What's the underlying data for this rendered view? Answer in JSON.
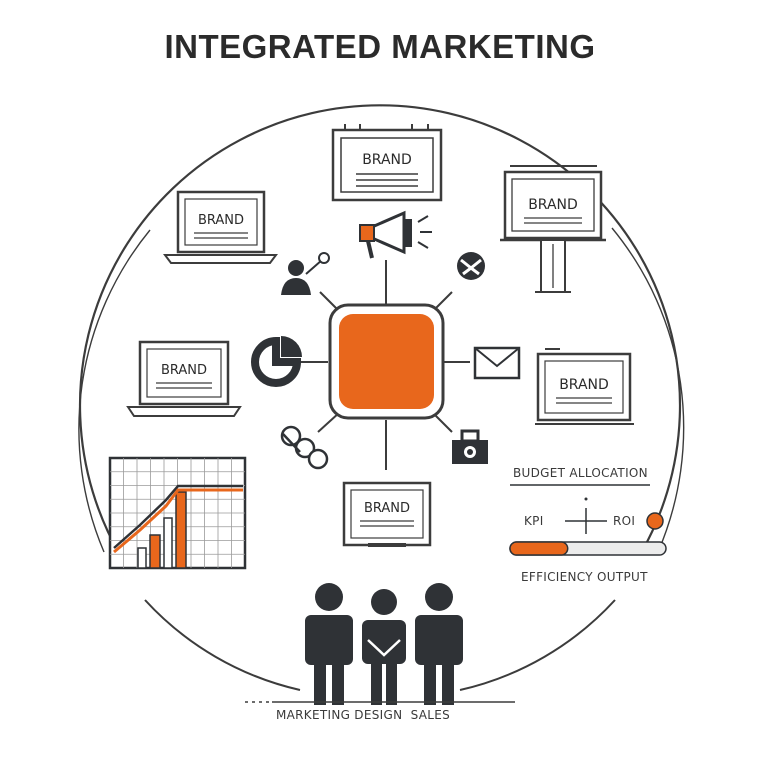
{
  "title": "INTEGRATED MARKETING",
  "brand_label": "BRAND",
  "panel": {
    "heading": "BUDGET ALLOCATION",
    "kpi_label": "KPI",
    "roi_label": "ROI",
    "footer": "EFFICIENCY OUTPUT",
    "progress_fraction": 0.37
  },
  "team_caption": "MARKETING DESIGN  SALES",
  "colors": {
    "accent": "#e8671c",
    "ink": "#2f3236",
    "line": "#4a4a4a",
    "paper": "#ffffff"
  },
  "icons": [
    "megaphone-icon",
    "person-pointer-icon",
    "shield-check-icon",
    "pie-chart-icon",
    "envelope-icon",
    "handshake-icon",
    "briefcase-icon",
    "people-icon"
  ]
}
